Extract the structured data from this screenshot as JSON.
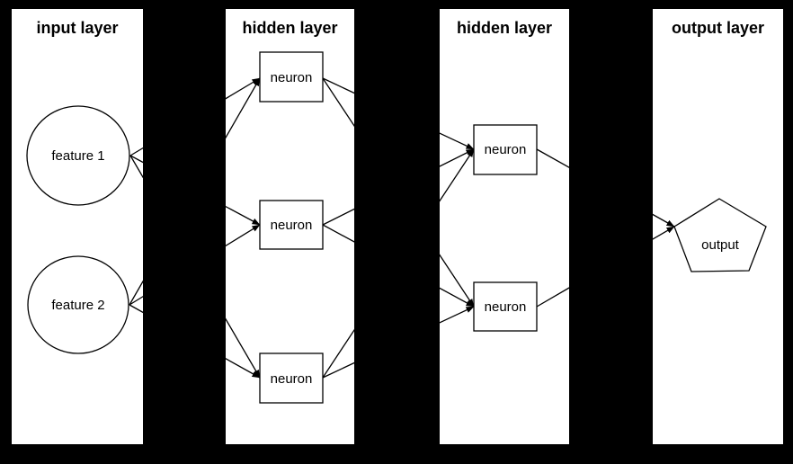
{
  "diagram": {
    "colors": {
      "background": "#000000",
      "panel": "#ffffff",
      "stroke": "#000000",
      "text": "#000000"
    },
    "layers": [
      {
        "title": "input layer",
        "nodes": [
          {
            "label": "feature 1",
            "shape": "circle"
          },
          {
            "label": "feature 2",
            "shape": "circle"
          }
        ]
      },
      {
        "title": "hidden layer",
        "nodes": [
          {
            "label": "neuron",
            "shape": "rect"
          },
          {
            "label": "neuron",
            "shape": "rect"
          },
          {
            "label": "neuron",
            "shape": "rect"
          }
        ]
      },
      {
        "title": "hidden layer",
        "nodes": [
          {
            "label": "neuron",
            "shape": "rect"
          },
          {
            "label": "neuron",
            "shape": "rect"
          }
        ]
      },
      {
        "title": "output layer",
        "nodes": [
          {
            "label": "output",
            "shape": "pentagon"
          }
        ]
      }
    ],
    "connections": [
      {
        "from": "layer0.feature1",
        "to": "layer1.neuron1"
      },
      {
        "from": "layer0.feature1",
        "to": "layer1.neuron2"
      },
      {
        "from": "layer0.feature1",
        "to": "layer1.neuron3"
      },
      {
        "from": "layer0.feature2",
        "to": "layer1.neuron1"
      },
      {
        "from": "layer0.feature2",
        "to": "layer1.neuron2"
      },
      {
        "from": "layer0.feature2",
        "to": "layer1.neuron3"
      },
      {
        "from": "layer1.neuron1",
        "to": "layer2.neuron1"
      },
      {
        "from": "layer1.neuron1",
        "to": "layer2.neuron2"
      },
      {
        "from": "layer1.neuron2",
        "to": "layer2.neuron1"
      },
      {
        "from": "layer1.neuron2",
        "to": "layer2.neuron2"
      },
      {
        "from": "layer1.neuron3",
        "to": "layer2.neuron1"
      },
      {
        "from": "layer1.neuron3",
        "to": "layer2.neuron2"
      },
      {
        "from": "layer2.neuron1",
        "to": "layer3.output"
      },
      {
        "from": "layer2.neuron2",
        "to": "layer3.output"
      }
    ]
  }
}
